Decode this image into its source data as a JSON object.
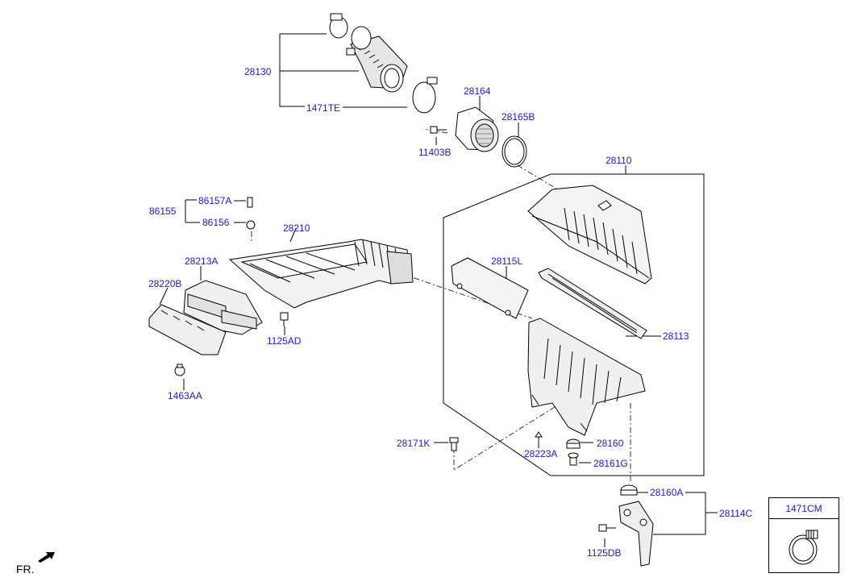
{
  "labels": {
    "p28130": "28130",
    "p1471TE": "1471TE",
    "p28164": "28164",
    "p28165B": "28165B",
    "p11403B": "11403B",
    "p28110": "28110",
    "p86157A": "86157A",
    "p86155": "86155",
    "p86156": "86156",
    "p28210": "28210",
    "p28213A": "28213A",
    "p28220B": "28220B",
    "p28115L": "28115L",
    "p1125AD": "1125AD",
    "p28113": "28113",
    "p1463AA": "1463AA",
    "p28171K": "28171K",
    "p28160": "28160",
    "p28223A": "28223A",
    "p28161G": "28161G",
    "p28160A": "28160A",
    "p28114C": "28114C",
    "p1125DB": "1125DB"
  },
  "inset": {
    "title": "1471CM",
    "icon": "hose-clamp-icon"
  },
  "orientation": {
    "text": "FR.",
    "icon": "front-direction-arrow-icon"
  },
  "colors": {
    "label": "#1a1ad6",
    "line": "#000000"
  }
}
